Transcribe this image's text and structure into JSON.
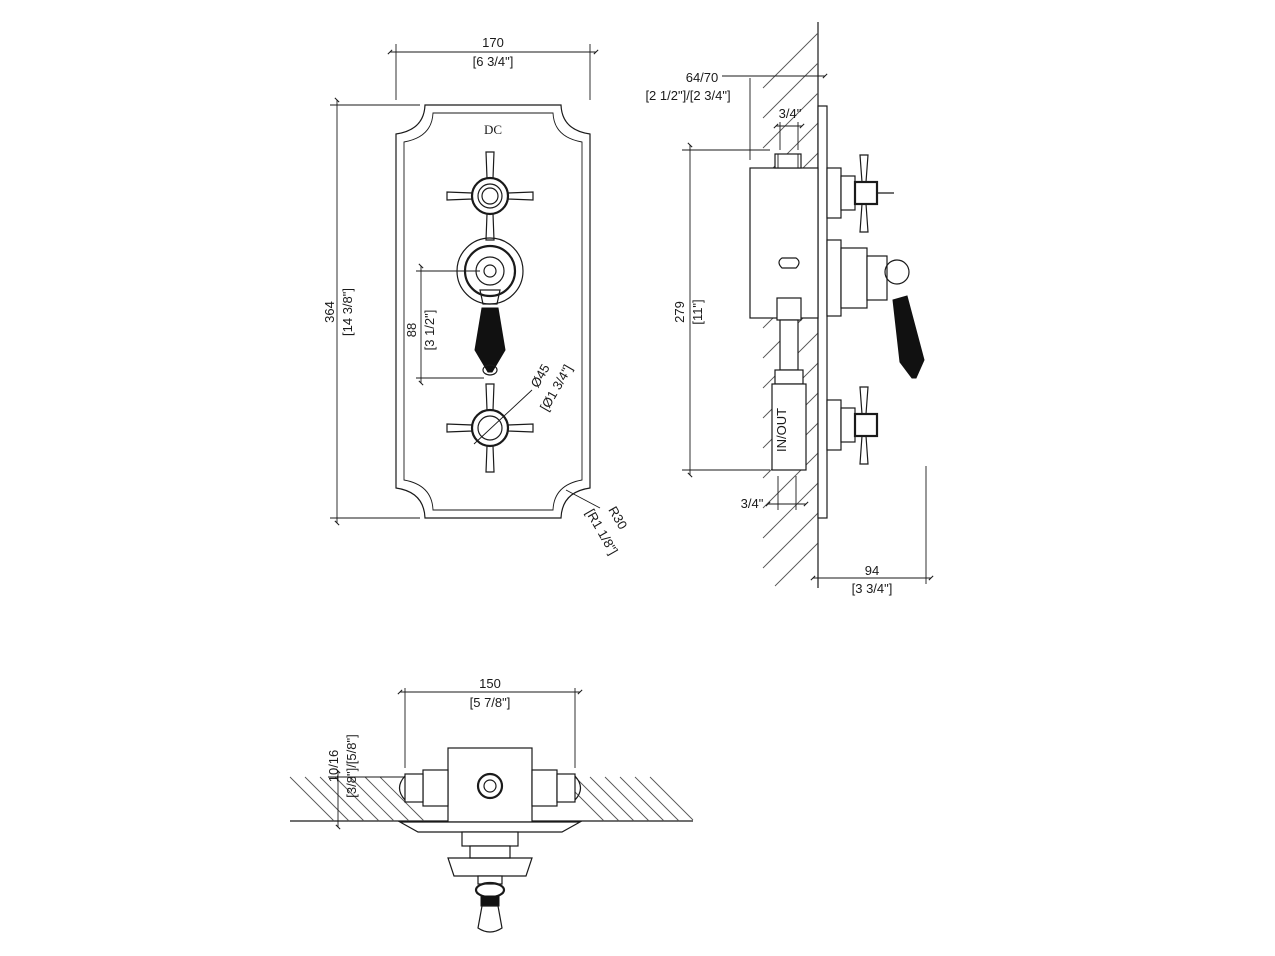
{
  "front_view": {
    "logo": "DC",
    "width_mm": "170",
    "width_in": "[6 3/4\"]",
    "height_mm": "364",
    "height_in": "[14 3/8\"]",
    "spacing_mm": "88",
    "spacing_in": "[3 1/2\"]",
    "diameter_mm": "Ø45",
    "diameter_in": "[Ø1 3/4\"]",
    "radius_mm": "R30",
    "radius_in": "[R1 1/8\"]"
  },
  "side_view": {
    "depth_mm": "64/70",
    "depth_in": "[2 1/2\"]/[2 3/4\"]",
    "thread_top": "3/4\"",
    "thread_bottom": "3/4\"",
    "body_height_mm": "279",
    "body_height_in": "[11\"]",
    "projection_mm": "94",
    "projection_in": "[3 3/4\"]"
  },
  "top_view": {
    "centers_mm": "150",
    "centers_in": "[5 7/8\"]",
    "recess_mm": "10/16",
    "recess_in": "[3/8\"]/[5/8\"]"
  }
}
